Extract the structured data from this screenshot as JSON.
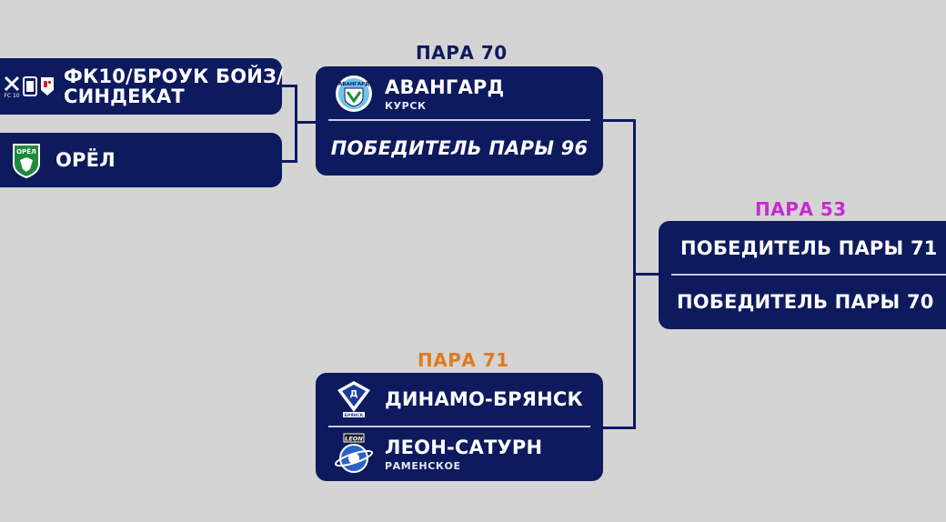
{
  "colors": {
    "box": "#0d1a5e",
    "background": "#d4d4d4",
    "pair_70": "#0d1a5e",
    "pair_53": "#c62bcf",
    "pair_71": "#e07a1f"
  },
  "left_column": {
    "team_1": {
      "name_line1": "ФК10/БРОУК БОЙЗ/",
      "name_line2": "СИНДЕКАТ",
      "logo_text": "FC 10",
      "icons": [
        "x-fc10-logo",
        "broke-boys-logo",
        "syndicate-logo"
      ]
    },
    "team_2": {
      "name": "ОРЁЛ",
      "icon": "orel-logo",
      "logo_text": "ОРЁЛ"
    }
  },
  "pair_70": {
    "label": "ПАРА 70",
    "team_1": {
      "name": "АВАНГАРД",
      "city": "КУРСК",
      "icon": "avangard-logo",
      "logo_text": "АВАНГАРД"
    },
    "team_2": {
      "name": "ПОБЕДИТЕЛЬ ПАРЫ 96"
    }
  },
  "pair_71": {
    "label": "ПАРА 71",
    "team_1": {
      "name": "ДИНАМО-БРЯНСК",
      "icon": "dinamo-logo",
      "logo_text": "БРЯНСК"
    },
    "team_2": {
      "name": "ЛЕОН-САТУРН",
      "city": "РАМЕНСКОЕ",
      "icon": "leon-saturn-logo",
      "logo_text": "LEON"
    }
  },
  "pair_53": {
    "label": "ПАРА 53",
    "team_1": {
      "name": "ПОБЕДИТЕЛЬ ПАРЫ 71"
    },
    "team_2": {
      "name": "ПОБЕДИТЕЛЬ ПАРЫ 70"
    }
  }
}
